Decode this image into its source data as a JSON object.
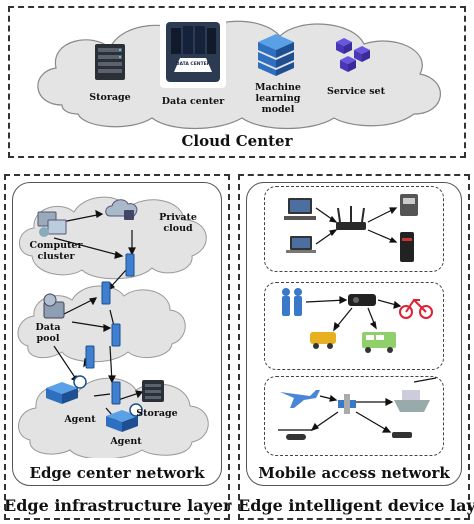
{
  "cloud_center": {
    "title": "Cloud Center",
    "items": [
      {
        "label": "Storage"
      },
      {
        "label": "Data center",
        "badge": "DATA CENTER"
      },
      {
        "label": "Machine\nlearning model"
      },
      {
        "label": "Service set"
      }
    ]
  },
  "edge_center": {
    "title": "Edge center network",
    "layer_title": "Edge infrastructure layer",
    "labels": {
      "computer_cluster": "Computer\ncluster",
      "private_cloud": "Private\ncloud",
      "data_pool": "Data\npool",
      "agent_1": "Agent",
      "agent_2": "Agent",
      "storage": "Storage"
    }
  },
  "mobile_access": {
    "title": "Mobile access network",
    "layer_title": "Edge intelligent device layer"
  },
  "colors": {
    "cloud_fill": "#e6e6e6",
    "blue": "#2f6fc0",
    "dark": "#1b2a44"
  }
}
